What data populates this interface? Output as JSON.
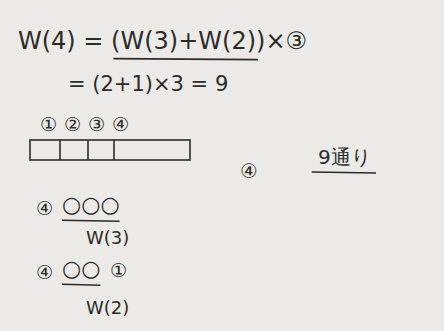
{
  "diagram": {
    "labels": [
      "W(4) = (W(3)+W(2))×③",
      "= (2+1)×3 = 9",
      "①",
      "②",
      "③",
      "④",
      "④",
      "9通り",
      "④",
      "○○○",
      "W(3)",
      "④",
      "○○",
      "①",
      "W(2)"
    ]
  }
}
